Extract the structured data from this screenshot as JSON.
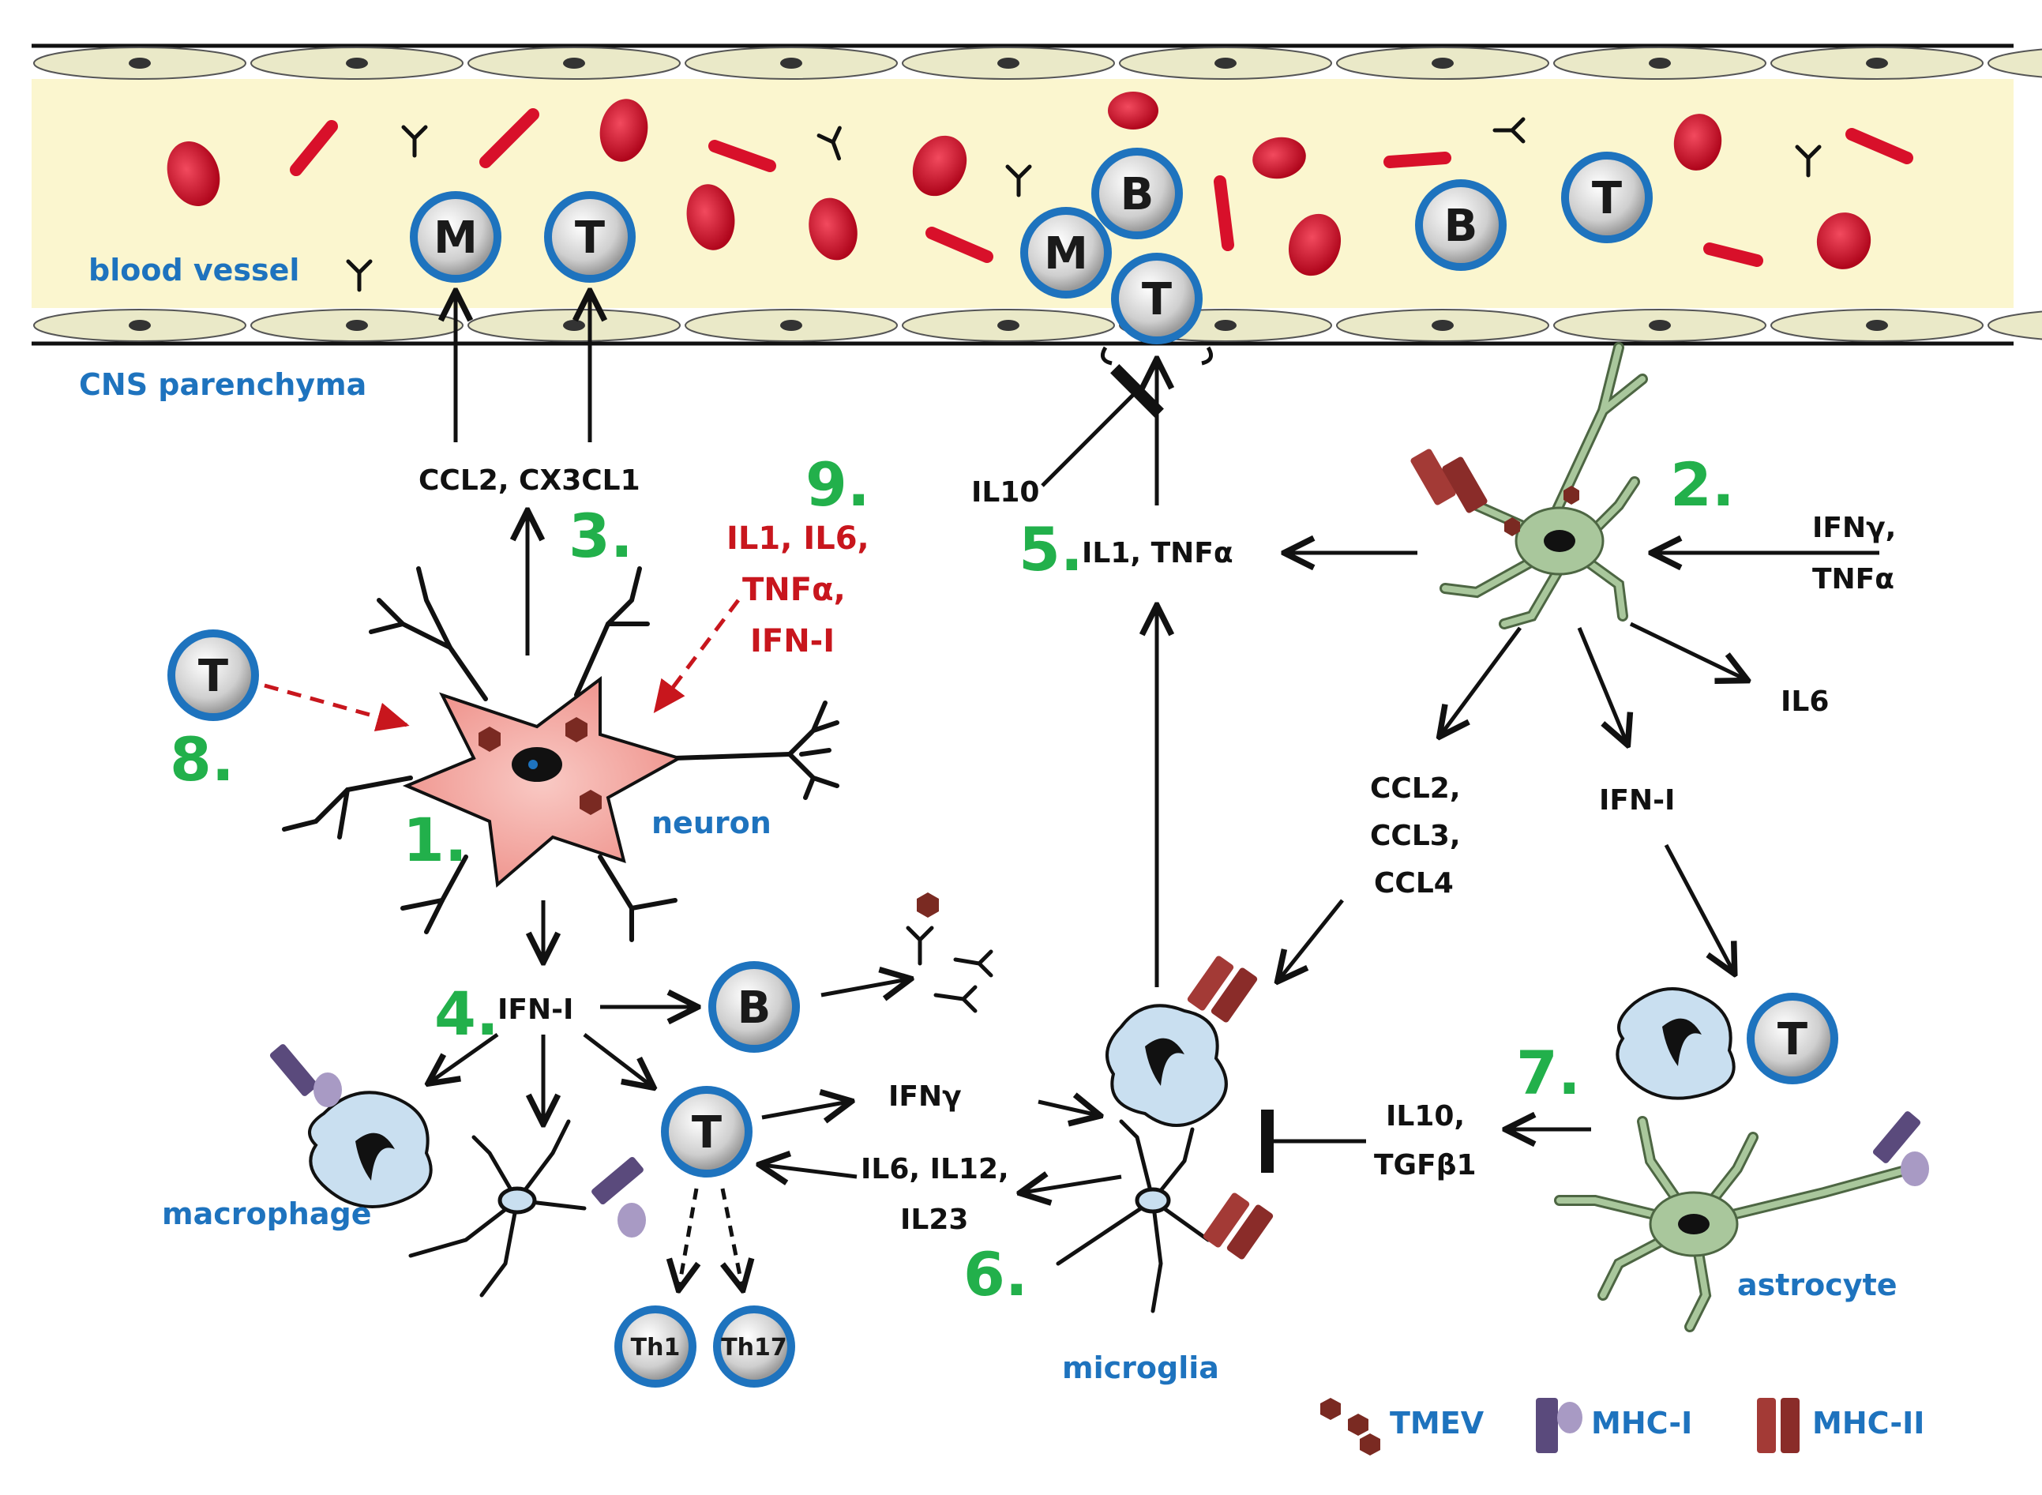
{
  "regions": {
    "vessel": "blood vessel",
    "parenchyma": "CNS parenchyma"
  },
  "cells": {
    "neuron": "neuron",
    "macrophage": "macrophage",
    "microglia": "microglia",
    "astrocyte": "astrocyte",
    "M": "M",
    "T": "T",
    "B": "B",
    "Th1": "Th1",
    "Th17": "Th17"
  },
  "steps": [
    "1.",
    "2.",
    "3.",
    "4.",
    "5.",
    "6.",
    "7.",
    "8.",
    "9."
  ],
  "labels": {
    "ccl2_cx3cl1": "CCL2, CX3CL1",
    "il10_top": "IL10",
    "il1_tnfa": "IL1, TNFα",
    "ifng_tnfa_1": "IFNγ,",
    "ifng_tnfa_2": "TNFα",
    "il6_right": "IL6",
    "ccl_1": "CCL2,",
    "ccl_2": "CCL3,",
    "ccl_3": "CCL4",
    "ifn_i_right": "IFN-I",
    "ifn_i_center": "IFN-I",
    "ifng_mid": "IFNγ",
    "il6_il12_1": "IL6, IL12,",
    "il6_il12_2": "IL23",
    "il10_tgf_1": "IL10,",
    "il10_tgf_2": "TGFβ1",
    "cyto9_1": "IL1, IL6,",
    "cyto9_2": "TNFα,",
    "cyto9_3": "IFN-I"
  },
  "legend": {
    "tmev": "TMEV",
    "mhc1": "MHC-I",
    "mhc2": "MHC-II"
  },
  "colors": {
    "vessel_fill": "#fbf6cf",
    "endothelium": "#eae9c8",
    "rbc": "#d8102a",
    "step_green": "#22b04b",
    "label_blue": "#1e73be",
    "cytokine_red": "#c8161d",
    "neuron_pink": "#f3aaa4",
    "astro_green": "#a9c79c",
    "glia_blue": "#c9dff0",
    "mhc1_purple": "#6a5a8c",
    "mhc2_red": "#a33a36",
    "tmev_brown": "#7a2a22"
  }
}
